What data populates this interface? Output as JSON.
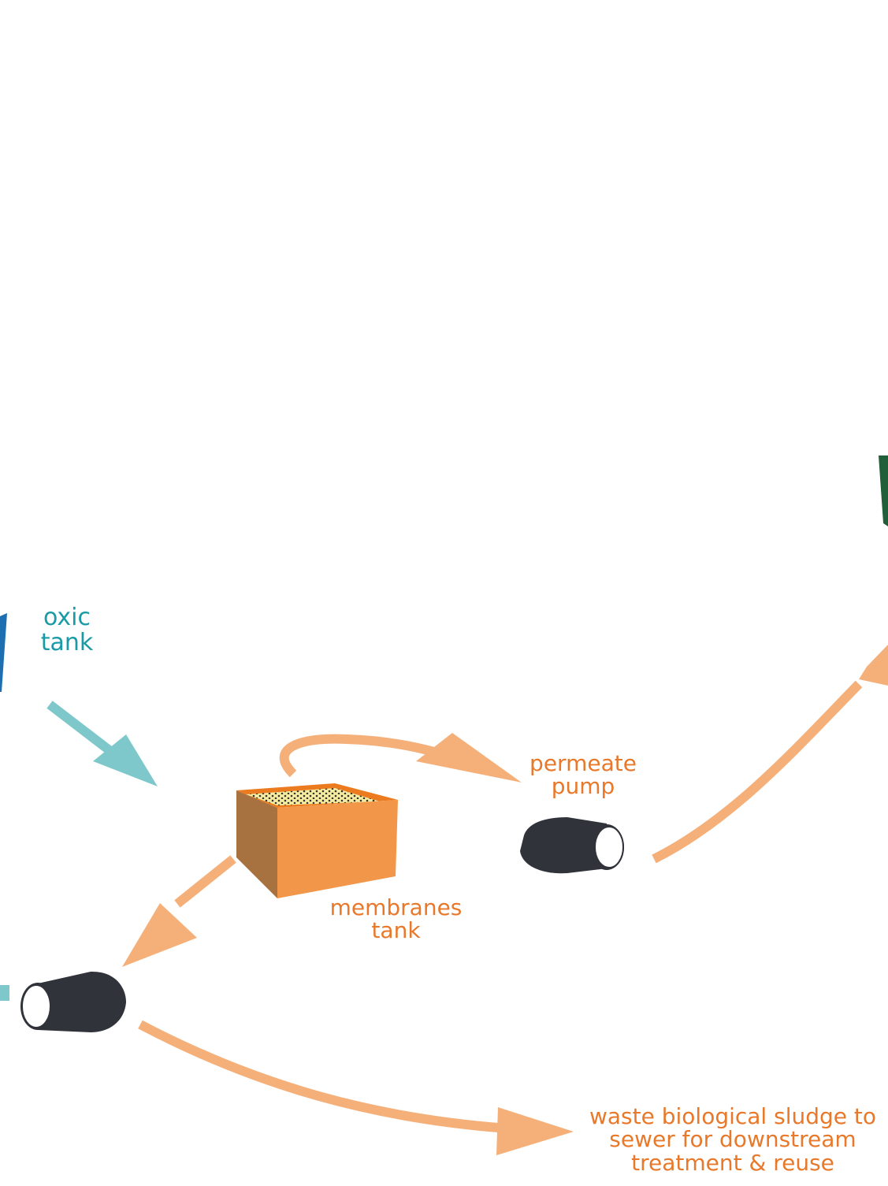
{
  "labels": {
    "oxic_tank": [
      "oxic",
      "tank"
    ],
    "permeate_pump": [
      "permeate",
      "pump"
    ],
    "membranes_tank": [
      "membranes",
      "tank"
    ],
    "waste_sludge": [
      "waste biological sludge to",
      "sewer for downstream",
      "treatment & reuse"
    ]
  },
  "colors": {
    "teal_arrow": "#7ec8cb",
    "teal_text": "#1a9aa6",
    "orange_arrow": "#f5b07a",
    "orange_text": "#e8782a",
    "pump_body": "#30333a",
    "tank_front": "#f29649",
    "tank_side": "#a87140",
    "tank_rim": "#ec7a1f",
    "oxic_tank_blue": "#1d6fb2",
    "green_tank": "#215e3a"
  },
  "icons": [
    "oxic-tank-icon",
    "membranes-tank-icon",
    "permeate-pump-icon",
    "recirculation-pump-icon",
    "green-tank-icon"
  ]
}
